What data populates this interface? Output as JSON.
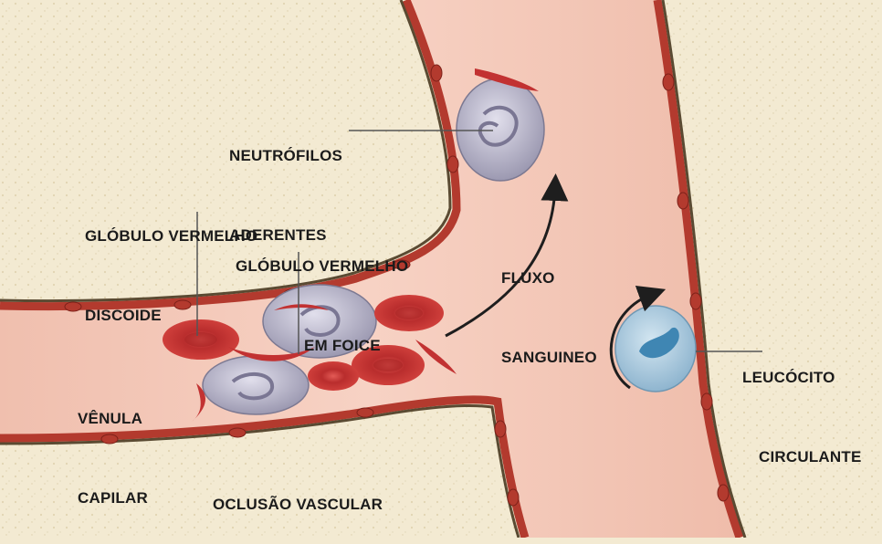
{
  "labels": {
    "neutrofilos": {
      "line1": "NEUTRÓFILOS",
      "line2": "ADERENTES"
    },
    "globulo_discoide": {
      "line1": "GLÓBULO VERMELHO",
      "line2": "DISCOIDE"
    },
    "globulo_foice": {
      "line1": "GLÓBULO VERMELHO",
      "line2": "EM FOICE"
    },
    "fluxo": {
      "line1": "FLUXO",
      "line2": "SANGUINEO"
    },
    "leucocito": {
      "line1": "LEUCÓCITO",
      "line2": "CIRCULANTE"
    },
    "venula": {
      "line1": "VÊNULA",
      "line2": "CAPILAR"
    },
    "oclusao": {
      "line1": "OCLUSÃO VASCULAR"
    }
  },
  "colors": {
    "background": "#f3ead2",
    "vessel_lumen": "#f4c6b6",
    "vessel_wall": "#b33a2e",
    "vessel_outline": "#5a4a32",
    "red_cell": "#cc3b3b",
    "neutrophil": "#b9b6c8",
    "leukocyte": "#a9cbe0",
    "arrow": "#1e1e1e"
  }
}
